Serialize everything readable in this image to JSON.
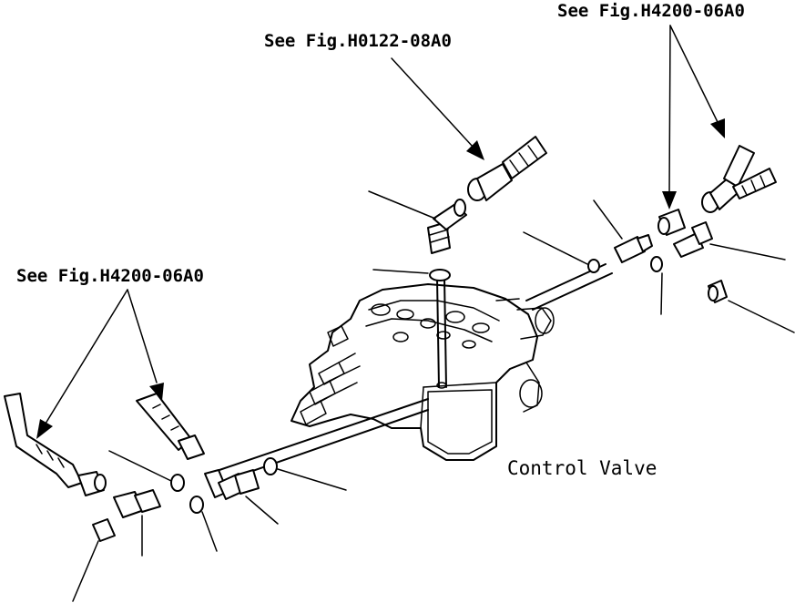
{
  "references": {
    "top_center": "See Fig.H0122-08A0",
    "top_right": "See Fig.H4200-06A0",
    "left": "See Fig.H4200-06A0"
  },
  "caption": "Control Valve",
  "colors": {
    "ink": "#000000",
    "paper": "#ffffff"
  }
}
